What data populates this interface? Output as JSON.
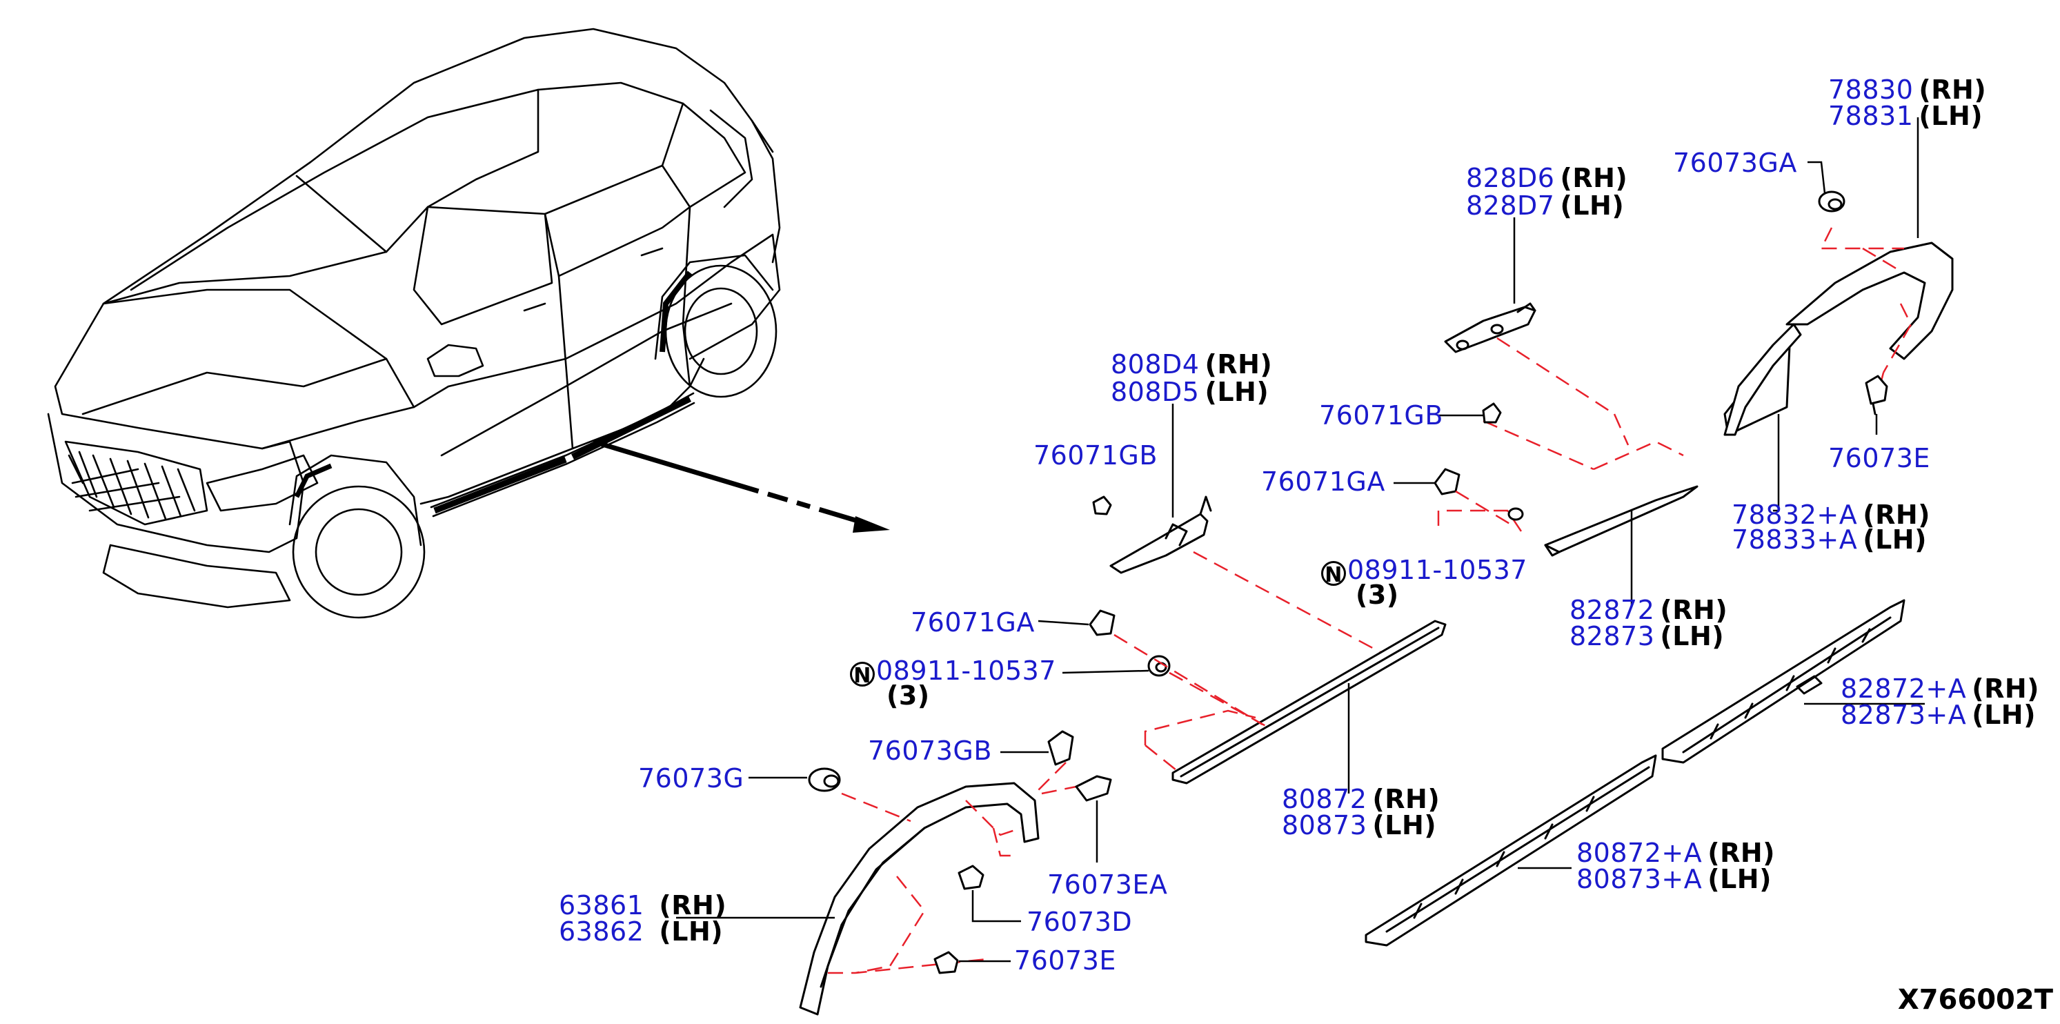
{
  "diagram_code": "X766002T",
  "colors": {
    "part_number": "#1a1acc",
    "side_suffix": "#000000",
    "phantom_line": "#e8202a"
  },
  "labels": {
    "p78830": {
      "num": "78830",
      "side": "(RH)"
    },
    "p78831": {
      "num": "78831",
      "side": "(LH)"
    },
    "p76073GA": {
      "num": "76073GA"
    },
    "p828D6": {
      "num": "828D6",
      "side": "(RH)"
    },
    "p828D7": {
      "num": "828D7",
      "side": "(LH)"
    },
    "p808D4": {
      "num": "808D4",
      "side": "(RH)"
    },
    "p808D5": {
      "num": "808D5",
      "side": "(LH)"
    },
    "p76071GB_a": {
      "num": "76071GB"
    },
    "p76071GB_b": {
      "num": "76071GB"
    },
    "p76071GA_a": {
      "num": "76071GA"
    },
    "p76071GA_b": {
      "num": "76071GA"
    },
    "p76073E_a": {
      "num": "76073E"
    },
    "p78832A": {
      "num": "78832+A",
      "side": "(RH)"
    },
    "p78833A": {
      "num": "78833+A",
      "side": "(LH)"
    },
    "n08911_a": {
      "badge": "N",
      "num": "08911-10537",
      "qty": "(3)"
    },
    "n08911_b": {
      "badge": "N",
      "num": "08911-10537",
      "qty": "(3)"
    },
    "p82872": {
      "num": "82872",
      "side": "(RH)"
    },
    "p82873": {
      "num": "82873",
      "side": "(LH)"
    },
    "p82872A": {
      "num": "82872+A",
      "side": "(RH)"
    },
    "p82873A": {
      "num": "82873+A",
      "side": "(LH)"
    },
    "p80872": {
      "num": "80872",
      "side": "(RH)"
    },
    "p80873": {
      "num": "80873",
      "side": "(LH)"
    },
    "p80872A": {
      "num": "80872+A",
      "side": "(RH)"
    },
    "p80873A": {
      "num": "80873+A",
      "side": "(LH)"
    },
    "p76073GB": {
      "num": "76073GB"
    },
    "p76073G": {
      "num": "76073G"
    },
    "p76073EA": {
      "num": "76073EA"
    },
    "p76073D": {
      "num": "76073D"
    },
    "p76073E_b": {
      "num": "76073E"
    },
    "p63861": {
      "num": "63861",
      "side": "(RH)"
    },
    "p63862": {
      "num": "63862",
      "side": "(LH)"
    }
  }
}
